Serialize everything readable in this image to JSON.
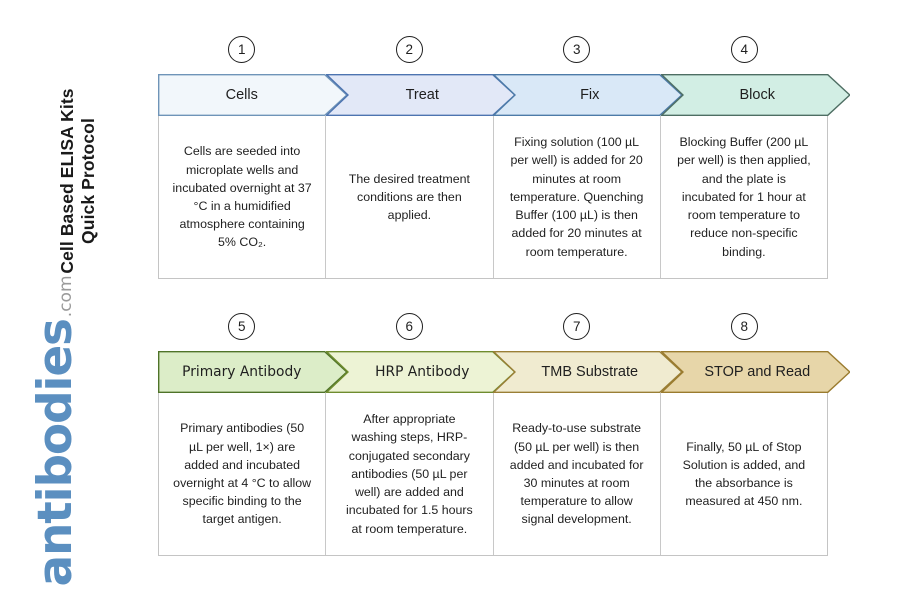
{
  "title": {
    "line1": "Cell Based ELISA Kits",
    "line2": "Quick Protocol"
  },
  "logo": {
    "brand": "antibodies",
    "tld": ".com",
    "brand_color": "#5b8fc0",
    "tld_color": "#9a9a9a"
  },
  "rows": [
    {
      "id": "row-1",
      "steps": [
        {
          "number": "1",
          "label": "Cells",
          "fill": "#f2f7fb",
          "stroke": "#6f94b8",
          "text": "Cells are seeded into microplate wells and incubated overnight at 37 °C in a humidified atmosphere containing 5% CO₂."
        },
        {
          "number": "2",
          "label": "Treat",
          "fill": "#e2e8f7",
          "stroke": "#4d74b0",
          "text": "The desired treatment conditions are then applied."
        },
        {
          "number": "3",
          "label": "Fix",
          "fill": "#d9e8f7",
          "stroke": "#4d7ba8",
          "text": "Fixing solution (100 µL per well) is added for 20 minutes at room temperature. Quenching Buffer (100 µL) is then added for 20 minutes at room temperature."
        },
        {
          "number": "4",
          "label": "Block",
          "fill": "#d2eee4",
          "stroke": "#4e6e63",
          "text": "Blocking Buffer (200 µL per well) is then applied, and the plate is incubated for 1 hour at room temperature to reduce non-specific binding."
        }
      ]
    },
    {
      "id": "row-2",
      "steps": [
        {
          "number": "5",
          "label": "Primary Antibody",
          "fill": "#dcedc8",
          "stroke": "#4f7329",
          "text": "Primary antibodies (50 µL per well, 1×) are added and incubated overnight at 4 °C to allow specific binding to the target antigen."
        },
        {
          "number": "6",
          "label": "HRP Antibody",
          "fill": "#edf3d5",
          "stroke": "#6f8c2e",
          "text": "After appropriate washing steps, HRP-conjugated secondary antibodies (50 µL per well) are added and incubated for 1.5 hours at room temperature."
        },
        {
          "number": "7",
          "label": "TMB Substrate",
          "fill": "#f0ebd0",
          "stroke": "#9a7f36",
          "text": "Ready-to-use substrate (50 µL per well) is then added and incubated for 30 minutes at room temperature to allow signal development."
        },
        {
          "number": "8",
          "label": "STOP and Read",
          "fill": "#e7d6a9",
          "stroke": "#9a7b2e",
          "text": "Finally, 50 µL of Stop Solution is added, and the absorbance is measured at 450 nm."
        }
      ]
    }
  ]
}
